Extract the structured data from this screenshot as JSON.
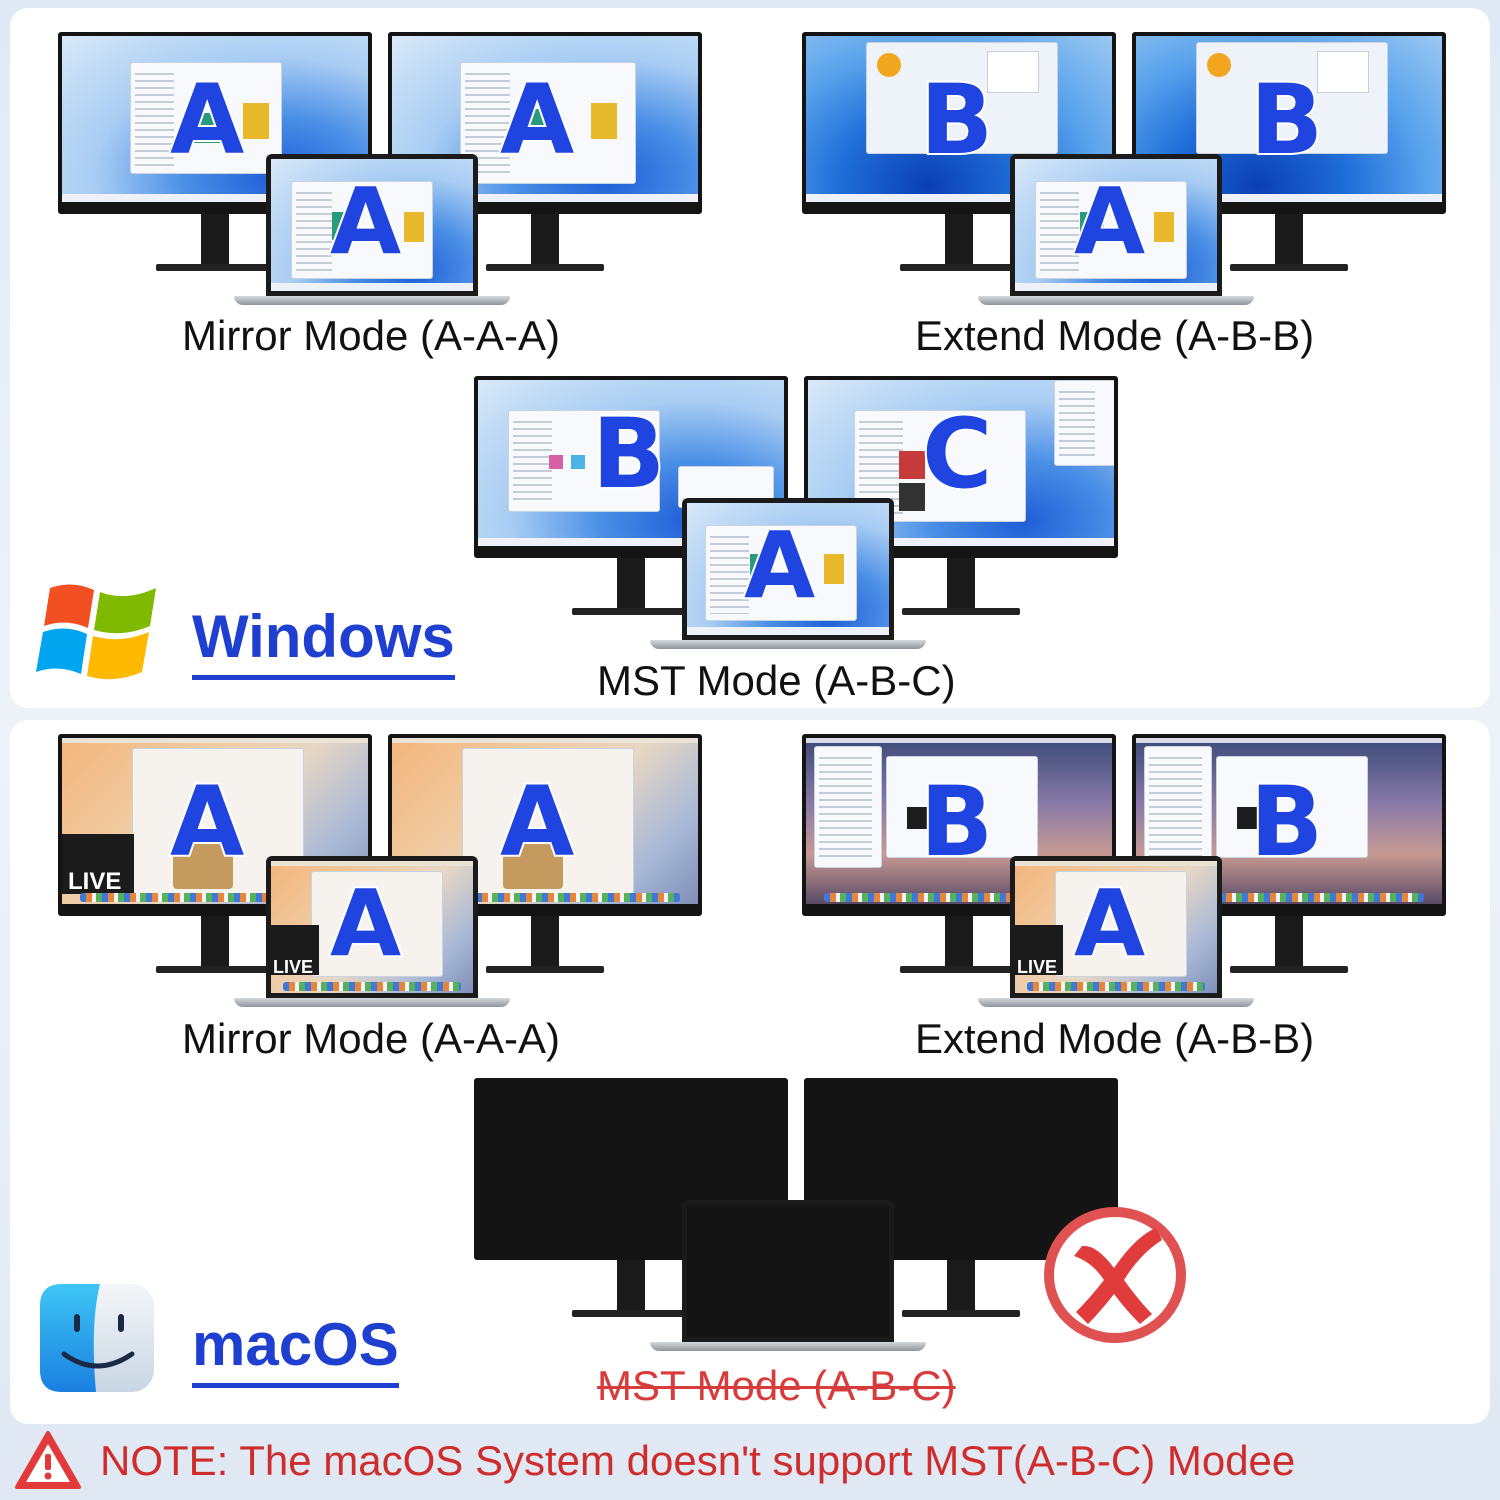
{
  "windows": {
    "os_label": "Windows",
    "mirror": {
      "caption": "Mirror Mode (A-A-A)",
      "left": "A",
      "right": "A",
      "laptop": "A"
    },
    "extend": {
      "caption": "Extend Mode (A-B-B)",
      "left": "B",
      "right": "B",
      "laptop": "A"
    },
    "mst": {
      "caption": "MST Mode (A-B-C)",
      "left": "B",
      "right": "C",
      "laptop": "A"
    }
  },
  "macos": {
    "os_label": "macOS",
    "live_badge": "LIVE",
    "mirror": {
      "caption": "Mirror Mode (A-A-A)",
      "left": "A",
      "right": "A",
      "laptop": "A"
    },
    "extend": {
      "caption": "Extend Mode (A-B-B)",
      "left": "B",
      "right": "B",
      "laptop": "A"
    },
    "mst": {
      "caption": "MST Mode (A-B-C)",
      "supported": false
    }
  },
  "note": {
    "text": "NOTE: The macOS System doesn't support MST(A-B-C) Modee"
  },
  "colors": {
    "accent_blue": "#1f44e0",
    "warning_red": "#d83b3b",
    "note_red": "#cf2c2c"
  }
}
